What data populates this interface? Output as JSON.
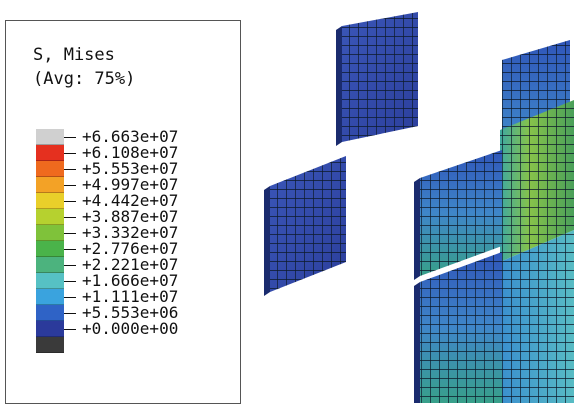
{
  "legend": {
    "variable": "S, Mises",
    "averaging": "(Avg: 75%)",
    "entries": [
      {
        "label": "+6.663e+07",
        "color": "#d0d0d0"
      },
      {
        "label": "+6.108e+07",
        "color": "#e5301f"
      },
      {
        "label": "+5.553e+07",
        "color": "#ef6a1e"
      },
      {
        "label": "+4.997e+07",
        "color": "#f3a226"
      },
      {
        "label": "+4.442e+07",
        "color": "#e9cf2a"
      },
      {
        "label": "+3.887e+07",
        "color": "#b6d12f"
      },
      {
        "label": "+3.332e+07",
        "color": "#7fc23a"
      },
      {
        "label": "+2.776e+07",
        "color": "#4ab34a"
      },
      {
        "label": "+2.221e+07",
        "color": "#4cb37e"
      },
      {
        "label": "+1.666e+07",
        "color": "#56c1c4"
      },
      {
        "label": "+1.111e+07",
        "color": "#3aa3de"
      },
      {
        "label": "+5.553e+06",
        "color": "#2f63c6"
      },
      {
        "label": "+0.000e+00",
        "color": "#2b3a9b"
      }
    ],
    "min_color": "#3a3a3a"
  }
}
